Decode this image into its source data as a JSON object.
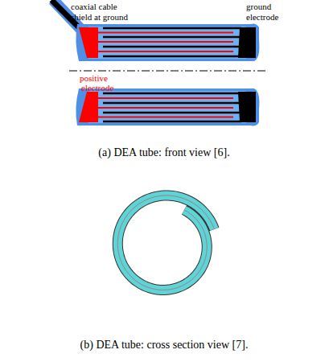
{
  "diagram": {
    "labels": [
      "coaxial cable",
      "shield at ground",
      "ground",
      "electrode",
      "positive",
      "electrode",
      "(a) DEA tube: front view [6].",
      "(b) DEA tube: cross section view [7]."
    ]
  }
}
